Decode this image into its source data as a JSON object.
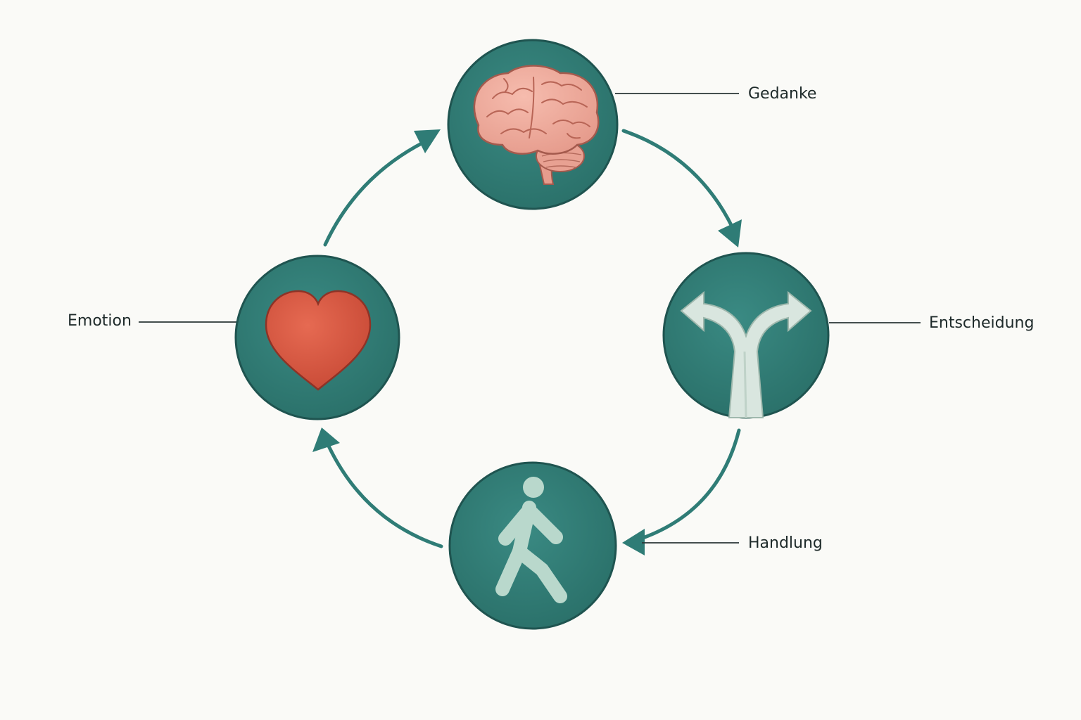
{
  "diagram": {
    "colors": {
      "background": "#fafaf7",
      "circle_fill": "#2f7c76",
      "circle_stroke": "#1f5450",
      "arrow": "#2f7c76",
      "leader_line": "#2a3636",
      "brain": "#eea79a",
      "heart": "#d95a45",
      "road": "#d9e6df",
      "person": "#b9d8cc"
    },
    "nodes": [
      {
        "id": "gedanke",
        "label": "Gedanke",
        "icon": "brain-icon"
      },
      {
        "id": "entscheidung",
        "label": "Entscheidung",
        "icon": "fork-road-icon"
      },
      {
        "id": "handlung",
        "label": "Handlung",
        "icon": "walking-person-icon"
      },
      {
        "id": "emotion",
        "label": "Emotion",
        "icon": "heart-icon"
      }
    ],
    "cycle": [
      "gedanke",
      "entscheidung",
      "handlung",
      "emotion",
      "gedanke"
    ]
  }
}
